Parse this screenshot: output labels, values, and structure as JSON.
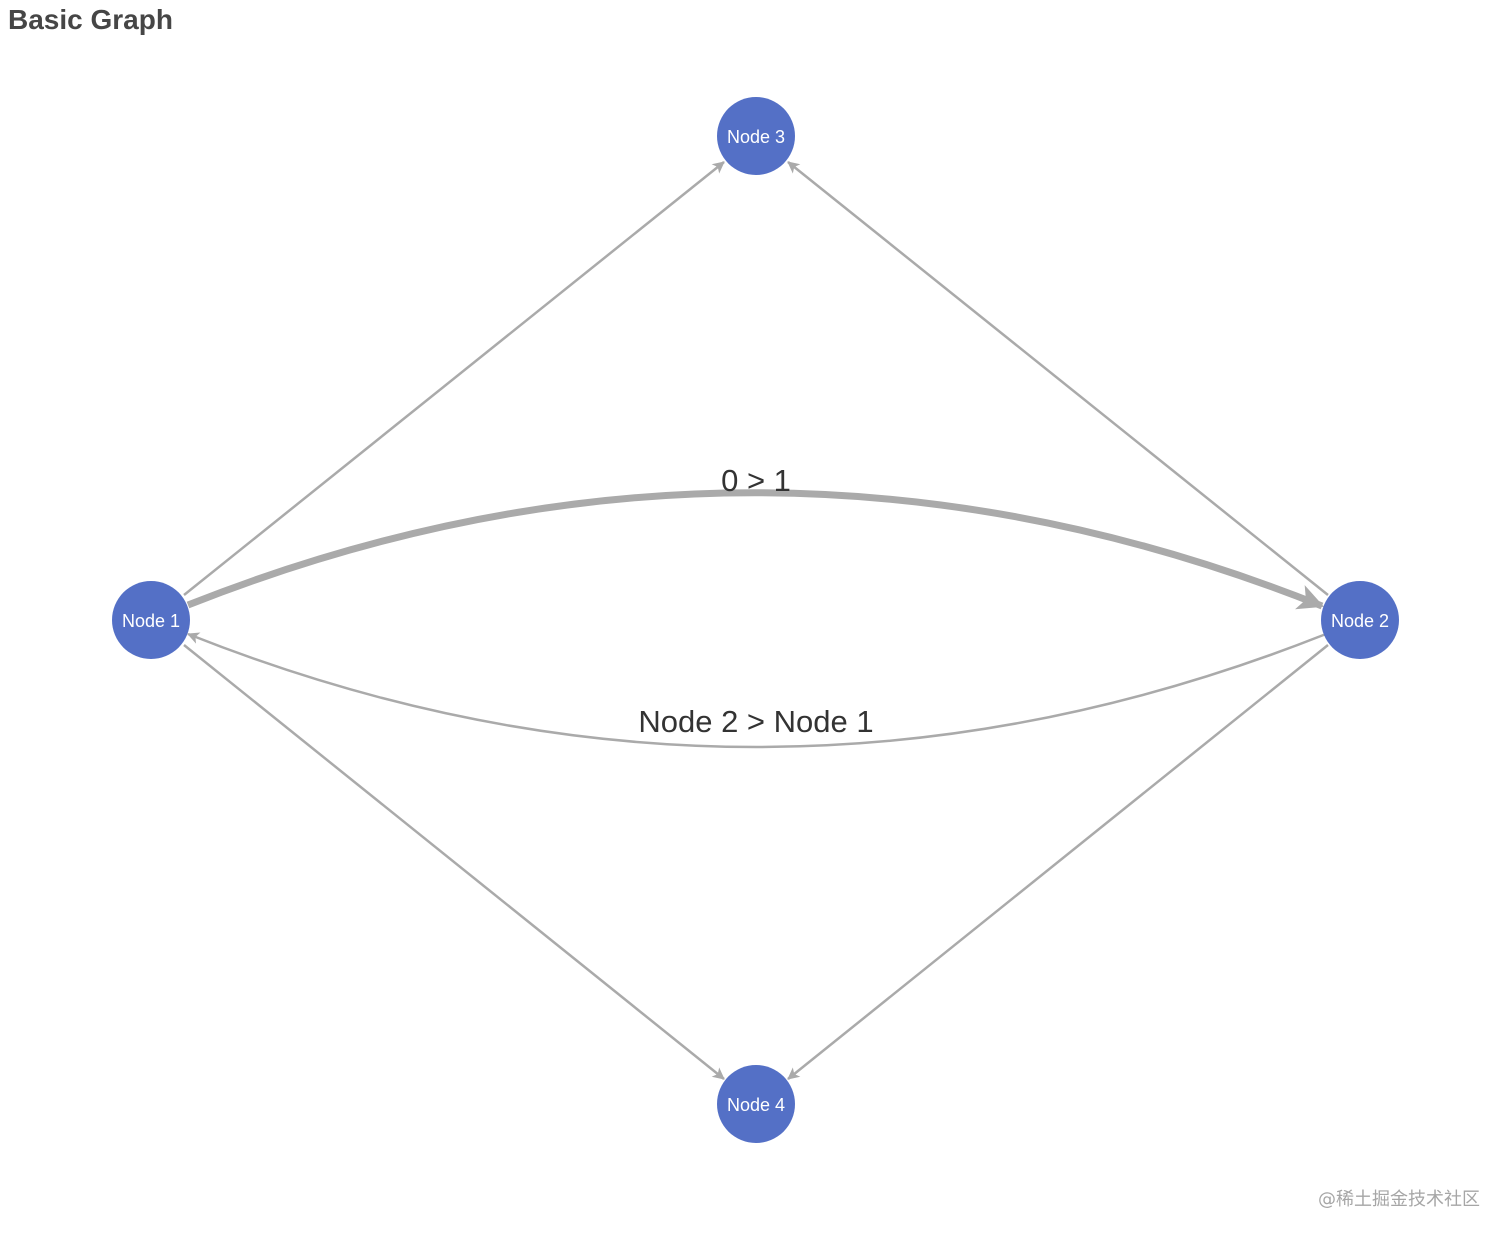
{
  "title": "Basic Graph",
  "watermark": "@稀土掘金技术社区",
  "colors": {
    "node_fill": "#5470c6",
    "edge": "#aaaaaa",
    "edge_label": "#333333",
    "title": "#464646"
  },
  "nodes": [
    {
      "id": "n1",
      "label": "Node 1"
    },
    {
      "id": "n2",
      "label": "Node 2"
    },
    {
      "id": "n3",
      "label": "Node 3"
    },
    {
      "id": "n4",
      "label": "Node 4"
    }
  ],
  "edges": [
    {
      "id": "e1",
      "source": "n1",
      "target": "n2",
      "label": "0 > 1",
      "emphasis": "thick"
    },
    {
      "id": "e2",
      "source": "n2",
      "target": "n1",
      "label": "Node 2 > Node 1",
      "emphasis": "normal"
    },
    {
      "id": "e3",
      "source": "n1",
      "target": "n3",
      "label": "",
      "emphasis": "normal"
    },
    {
      "id": "e4",
      "source": "n2",
      "target": "n3",
      "label": "",
      "emphasis": "normal"
    },
    {
      "id": "e5",
      "source": "n1",
      "target": "n4",
      "label": "",
      "emphasis": "normal"
    },
    {
      "id": "e6",
      "source": "n2",
      "target": "n4",
      "label": "",
      "emphasis": "normal"
    }
  ]
}
